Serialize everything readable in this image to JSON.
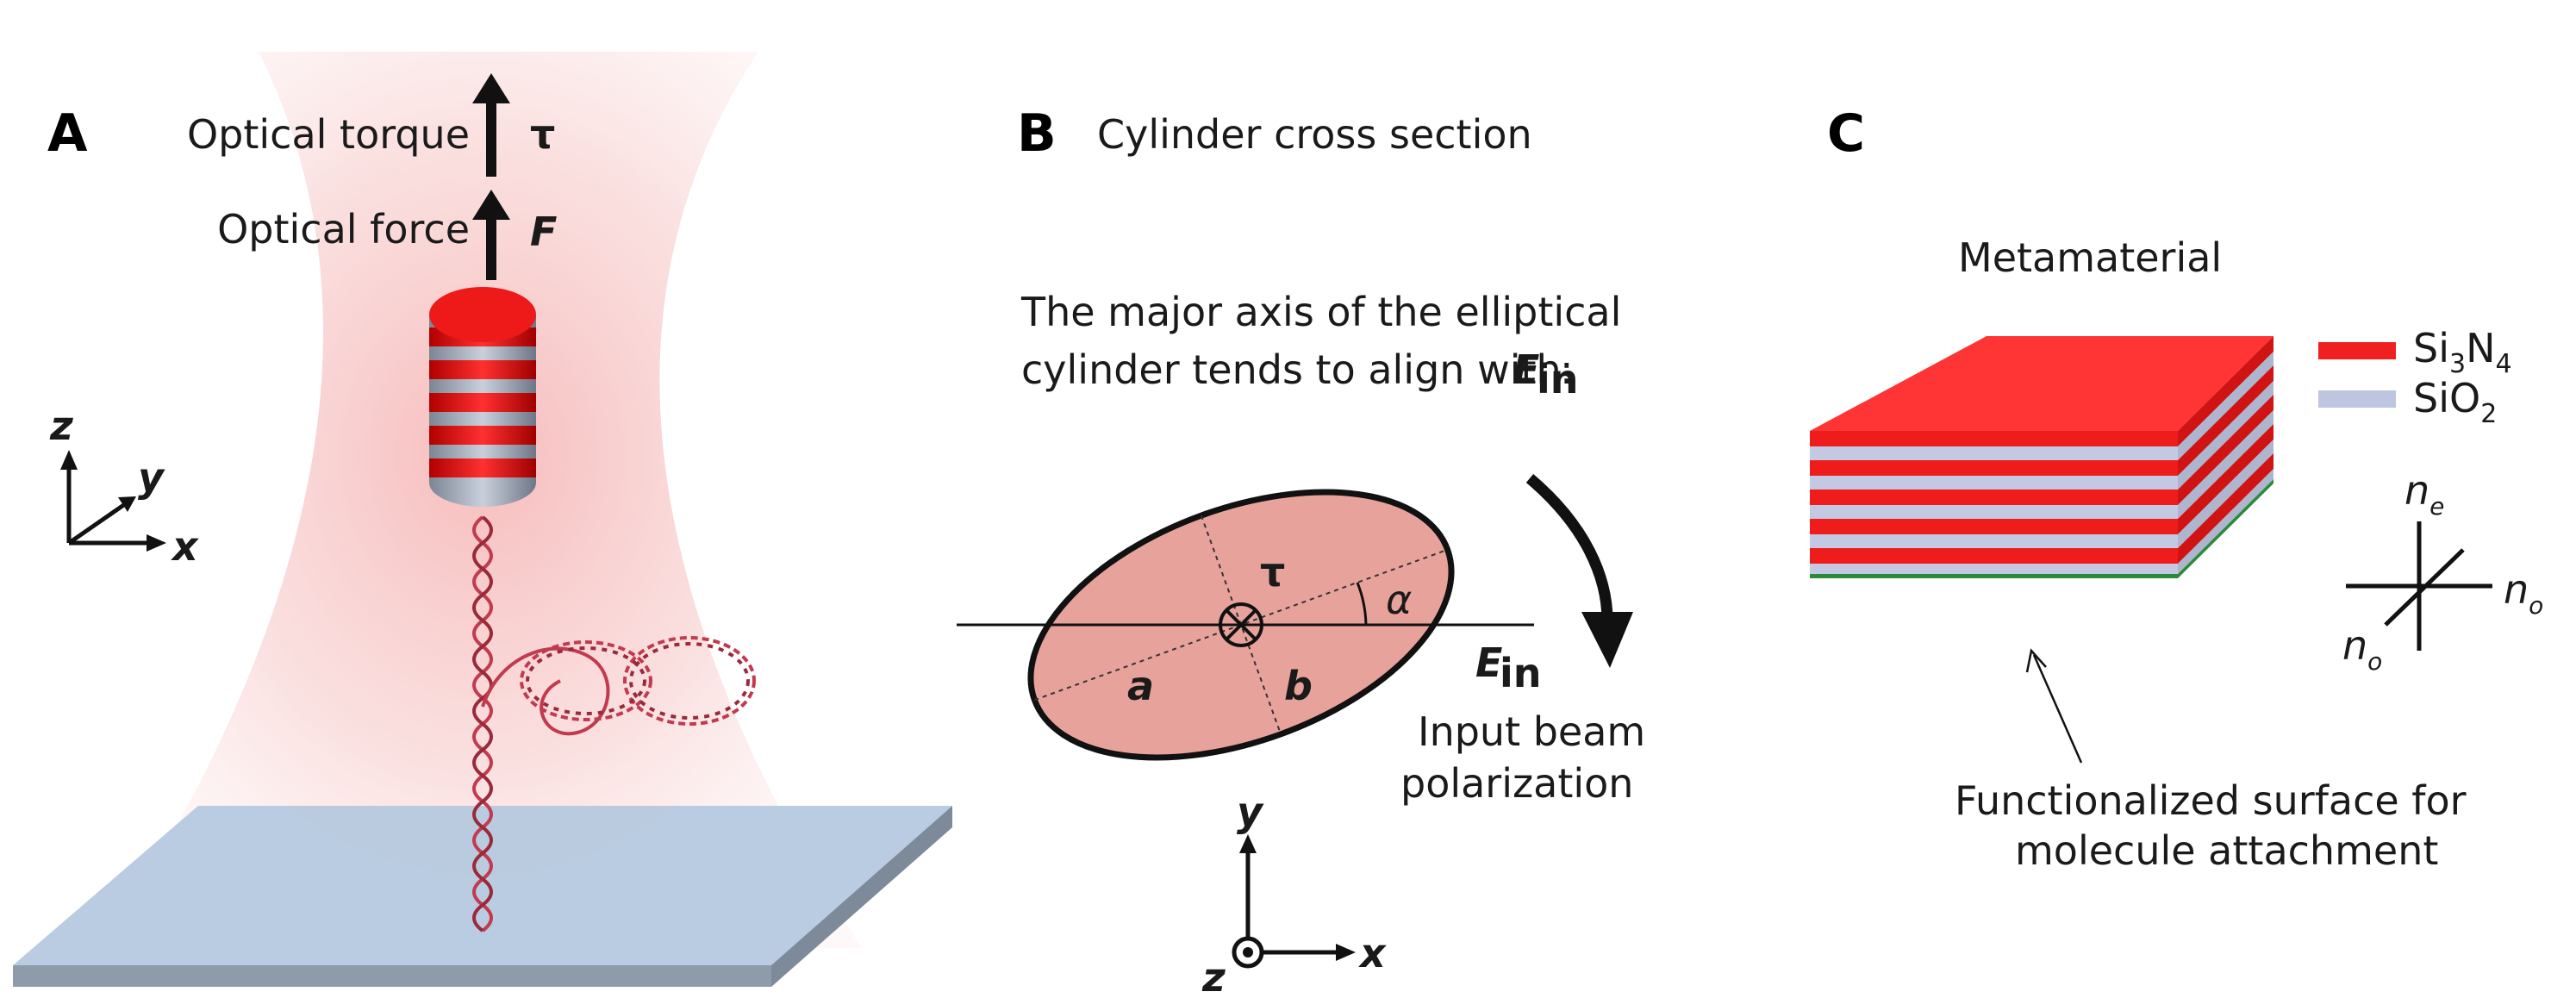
{
  "panel_a": {
    "letter": "A",
    "torque_label": "Optical torque",
    "torque_symbol": "τ",
    "force_label": "Optical force",
    "force_symbol": "F",
    "axis_z": "z",
    "axis_y": "y",
    "axis_x": "x"
  },
  "panel_b": {
    "letter": "B",
    "title": "Cylinder cross section",
    "caption_line1": "The major axis of the elliptical",
    "caption_line2": "cylinder tends to align with",
    "caption_e": "E",
    "caption_e_sub": "in",
    "caption_colon": ":",
    "torque_symbol": "τ",
    "angle_symbol": "α",
    "semi_axis_a": "a",
    "semi_axis_b": "b",
    "field_e": "E",
    "field_e_sub": "in",
    "beam_line1": "Input beam",
    "beam_line2": "polarization",
    "axis_y": "y",
    "axis_x": "x",
    "axis_z": "z"
  },
  "panel_c": {
    "letter": "C",
    "title": "Metamaterial",
    "legend_si3n4_a": "Si",
    "legend_si3n4_sub1": "3",
    "legend_si3n4_b": "N",
    "legend_si3n4_sub2": "4",
    "legend_sio2_a": "SiO",
    "legend_sio2_sub": "2",
    "n_e": "n",
    "n_e_sub": "e",
    "n_o_right": "n",
    "n_o_right_sub": "o",
    "n_o_left": "n",
    "n_o_left_sub": "o",
    "surface_line1": "Functionalized surface for",
    "surface_line2": "molecule attachment"
  },
  "colors": {
    "si3n4": "#f02020",
    "sio2": "#bcc6e0",
    "ellipse_fill": "#e8a09a",
    "glass": "#b8cbe0",
    "dna": "#c04050",
    "surface": "#2a8a3a"
  }
}
